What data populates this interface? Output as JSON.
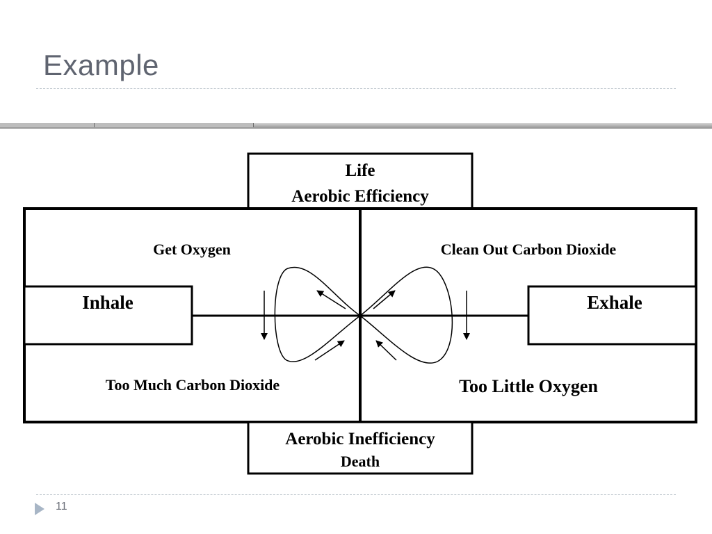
{
  "slide": {
    "title": "Example",
    "page_number": "11"
  },
  "diagram": {
    "top_box": {
      "line1": "Life",
      "line2": "Aerobic Efficiency"
    },
    "bottom_box": {
      "line1": "Aerobic Inefficiency",
      "line2": "Death"
    },
    "upper_left": "Get Oxygen",
    "upper_right": "Clean Out Carbon Dioxide",
    "left_box": "Inhale",
    "right_box": "Exhale",
    "lower_left": "Too Much Carbon Dioxide",
    "lower_right": "Too Little Oxygen"
  }
}
